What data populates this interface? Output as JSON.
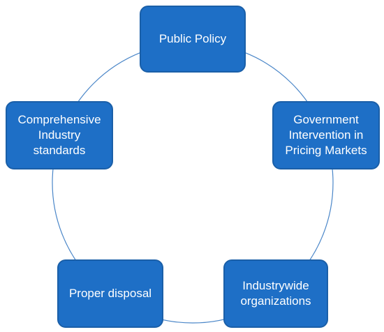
{
  "diagram": {
    "type": "cycle",
    "nodes": [
      {
        "id": "public-policy",
        "label": "Public Policy"
      },
      {
        "id": "government-intervention",
        "label": "Government\nIntervention in\nPricing Markets"
      },
      {
        "id": "industrywide-organizations",
        "label": "Industrywide\norganizations"
      },
      {
        "id": "proper-disposal",
        "label": "Proper disposal"
      },
      {
        "id": "comprehensive-standards",
        "label": "Comprehensive\nIndustry\nstandards"
      }
    ],
    "colors": {
      "node_fill": "#1e6fc6",
      "node_border": "#1a5fa8",
      "node_text": "#ffffff",
      "connector": "#4a86c8"
    }
  }
}
